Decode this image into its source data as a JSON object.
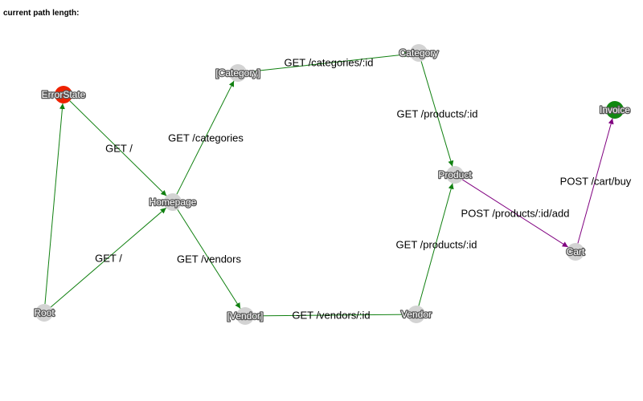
{
  "status": {
    "label": "current path length:"
  },
  "colors": {
    "node_default": "#d3d3d3",
    "node_error": "#ee2200",
    "node_goal": "#118811",
    "edge_green": "#108010",
    "edge_purple": "#800080"
  },
  "nodes": [
    {
      "id": "root",
      "label": "Root",
      "state": "default"
    },
    {
      "id": "error",
      "label": "ErrorState",
      "state": "error"
    },
    {
      "id": "homepage",
      "label": "Homepage",
      "state": "default"
    },
    {
      "id": "categories",
      "label": "[Category]",
      "state": "default"
    },
    {
      "id": "category",
      "label": "Category",
      "state": "default"
    },
    {
      "id": "vendors",
      "label": "[Vendor]",
      "state": "default"
    },
    {
      "id": "vendor",
      "label": "Vendor",
      "state": "default"
    },
    {
      "id": "product",
      "label": "Product",
      "state": "default"
    },
    {
      "id": "cart",
      "label": "Cart",
      "state": "default"
    },
    {
      "id": "invoice",
      "label": "Invoice",
      "state": "goal"
    }
  ],
  "edges": [
    {
      "from": "root",
      "to": "error",
      "label": "",
      "color": "green"
    },
    {
      "from": "root",
      "to": "homepage",
      "label": "GET /",
      "color": "green"
    },
    {
      "from": "error",
      "to": "homepage",
      "label": "GET /",
      "color": "green"
    },
    {
      "from": "homepage",
      "to": "categories",
      "label": "GET /categories",
      "color": "green"
    },
    {
      "from": "homepage",
      "to": "vendors",
      "label": "GET /vendors",
      "color": "green"
    },
    {
      "from": "categories",
      "to": "category",
      "label": "GET /categories/:id",
      "color": "green"
    },
    {
      "from": "vendors",
      "to": "vendor",
      "label": "GET /vendors/:id",
      "color": "green"
    },
    {
      "from": "category",
      "to": "product",
      "label": "GET /products/:id",
      "color": "green"
    },
    {
      "from": "vendor",
      "to": "product",
      "label": "GET /products/:id",
      "color": "green"
    },
    {
      "from": "product",
      "to": "cart",
      "label": "POST /products/:id/add",
      "color": "purple"
    },
    {
      "from": "cart",
      "to": "invoice",
      "label": "POST /cart/buy",
      "color": "purple"
    }
  ]
}
